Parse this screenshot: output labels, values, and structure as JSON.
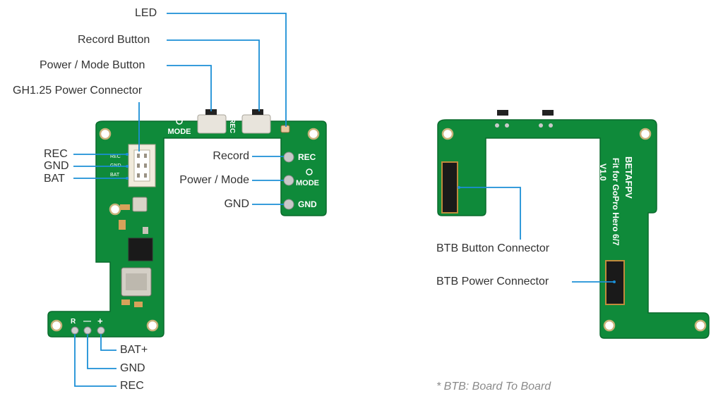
{
  "colors": {
    "leader_line": "#1b8fd6",
    "pcb_green": "#0f8a3a",
    "pcb_dark": "#0a6a2c",
    "label_text": "#333333",
    "note_text": "#8a8a8a"
  },
  "left_board": {
    "callouts": {
      "led": "LED",
      "record_button": "Record Button",
      "power_mode_button": "Power / Mode Button",
      "gh125_connector": "GH1.25 Power Connector",
      "rec": "REC",
      "gnd": "GND",
      "bat": "BAT",
      "record": "Record",
      "power_mode": "Power / Mode",
      "gnd_pad": "GND",
      "bat_plus": "BAT+",
      "gnd_bottom": "GND",
      "rec_bottom": "REC"
    },
    "silkscreen": {
      "mode": "MODE",
      "rec_vertical": "REC",
      "rec_pad": "REC",
      "mode_pad": "MODE",
      "gnd_pad": "GND",
      "r": "R",
      "minus": "—",
      "plus": "+",
      "conn_rec": "REC",
      "conn_gnd": "GND",
      "conn_bat": "BAT"
    }
  },
  "right_board": {
    "callouts": {
      "btb_button": "BTB Button Connector",
      "btb_power": "BTB Power Connector"
    },
    "silkscreen": {
      "brand": "BETAFPV",
      "fit": "Fit for GoPro Hero 6/7",
      "version": "V1.0"
    }
  },
  "footnote": "* BTB: Board To Board"
}
